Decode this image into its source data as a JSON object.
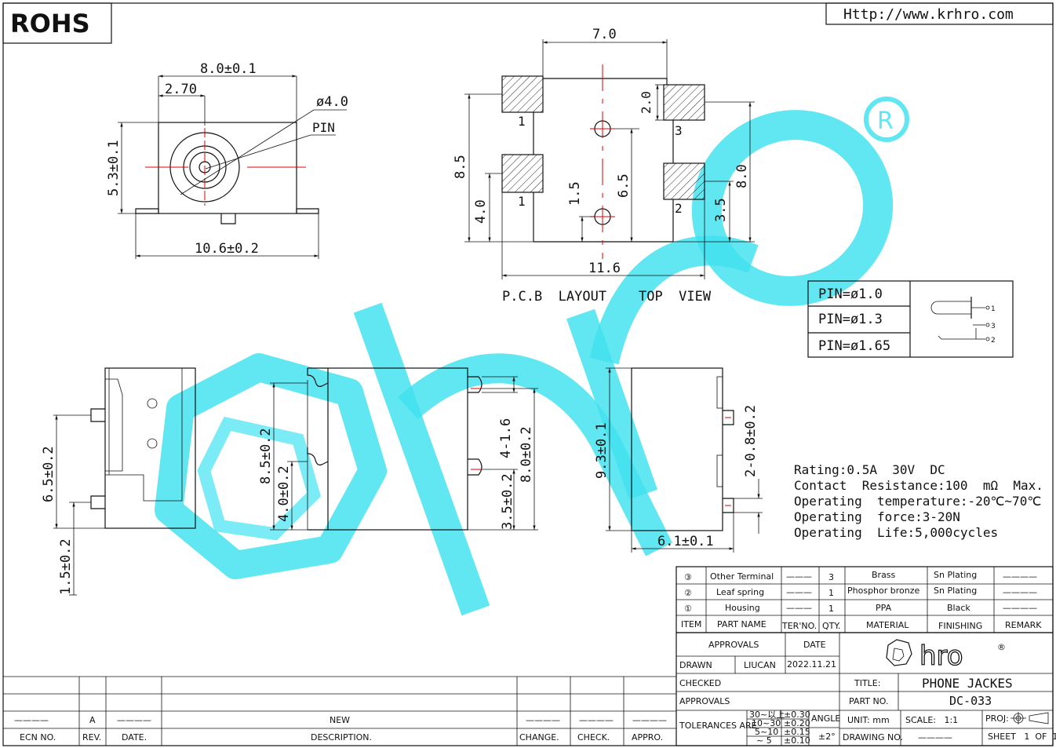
{
  "header": {
    "rohs": "ROHS",
    "url": "Http://www.krhro.com"
  },
  "front_view": {
    "dim_width": "8.0±0.1",
    "dim_offset": "2.70",
    "dim_diameter": "ø4.0",
    "pin_label": "PIN",
    "dim_height": "5.3±0.1",
    "dim_base": "10.6±0.2"
  },
  "pcb_layout": {
    "dim_top": "7.0",
    "dim_pad": "2.0",
    "dim_left_total": "8.5",
    "dim_left_lower": "4.0",
    "dim_hole": "1.5",
    "dim_mid": "6.5",
    "dim_right_total": "8.0",
    "dim_right_lower": "3.5",
    "dim_bottom": "11.6",
    "pad_1a": "1",
    "pad_1b": "1",
    "pad_2": "2",
    "pad_3": "3",
    "caption": "P.C.B  LAYOUT    TOP  VIEW"
  },
  "pin_table": {
    "rows": [
      "PIN=ø1.0",
      "PIN=ø1.3",
      "PIN=ø1.65"
    ],
    "schematic_labels": [
      "1",
      "3",
      "2"
    ]
  },
  "side_views": {
    "left_dim_upper": "6.5±0.2",
    "left_dim_lower": "1.5±0.2",
    "mid_dim_a": "8.5±0.2",
    "mid_dim_b": "4.0±0.2",
    "mid_dim_c": "4-1.6",
    "mid_dim_d": "8.0±0.2",
    "mid_dim_e": "3.5±0.2",
    "right_dim_height": "9.3±0.1",
    "right_dim_pins": "2-0.8±0.2",
    "right_dim_width": "6.1±0.1"
  },
  "specs": [
    "Rating:0.5A  30V  DC",
    "Contact  Resistance:100  mΩ  Max.",
    "Operating  temperature:-20℃~70℃",
    "Operating  force:3-20N",
    "Operating  Life:5,000cycles"
  ],
  "bom": {
    "rows": [
      {
        "item": "③",
        "part": "Other Terminal",
        "ter": "———",
        "qty": "3",
        "material": "Brass",
        "finishing": "Sn  Plating",
        "remark": "————"
      },
      {
        "item": "②",
        "part": "Leaf  spring",
        "ter": "———",
        "qty": "1",
        "material": "Phosphor bronze",
        "finishing": "Sn  Plating",
        "remark": "————"
      },
      {
        "item": "①",
        "part": "Housing",
        "ter": "———",
        "qty": "1",
        "material": "PPA",
        "finishing": "Black",
        "remark": "————"
      }
    ],
    "headers": {
      "item": "ITEM",
      "part": "PART  NAME",
      "ter": "TER'NO.",
      "qty": "QTY.",
      "material": "MATERIAL",
      "finishing": "FINISHING",
      "remark": "REMARK"
    }
  },
  "title_block": {
    "approvals": "APPROVALS",
    "date_label": "DATE",
    "drawn": "DRAWN",
    "drawn_by": "LIUCAN",
    "drawn_date": "2022.11.21",
    "checked": "CHECKED",
    "approvals2": "APPROVALS",
    "title_label": "TITLE:",
    "title": "PHONE  JACKES",
    "part_no_label": "PART  NO.",
    "part_no": "DC-033",
    "tolerances": "TOLERANCES  ARE",
    "tol_ranges": [
      "30~以上",
      "10~30",
      "5~10",
      "~ 5"
    ],
    "tol_values": [
      "±0.30",
      "±0.20",
      "±0.15",
      "±0.10"
    ],
    "angle": "ANGLE",
    "angle_value": "±2°",
    "unit": "UNIT:  mm",
    "scale": "SCALE:   1:1",
    "proj": "PROJ:",
    "drawing_no": "DRAWING  NO.",
    "drawing_no_value": "————",
    "sheet": "SHEET   1  OF  1",
    "logo": "hro"
  },
  "revision": {
    "ecn_value": "————",
    "rev_value": "A",
    "date_value": "————",
    "desc_value": "NEW",
    "change_value": "————",
    "check_value": "————",
    "appro_value": "————",
    "headers": [
      "ECN  NO.",
      "REV.",
      "DATE.",
      "DESCRIPTION.",
      "CHANGE.",
      "CHECK.",
      "APPRO."
    ]
  },
  "watermark": {
    "text": "hro",
    "color": "#39e1ef"
  }
}
